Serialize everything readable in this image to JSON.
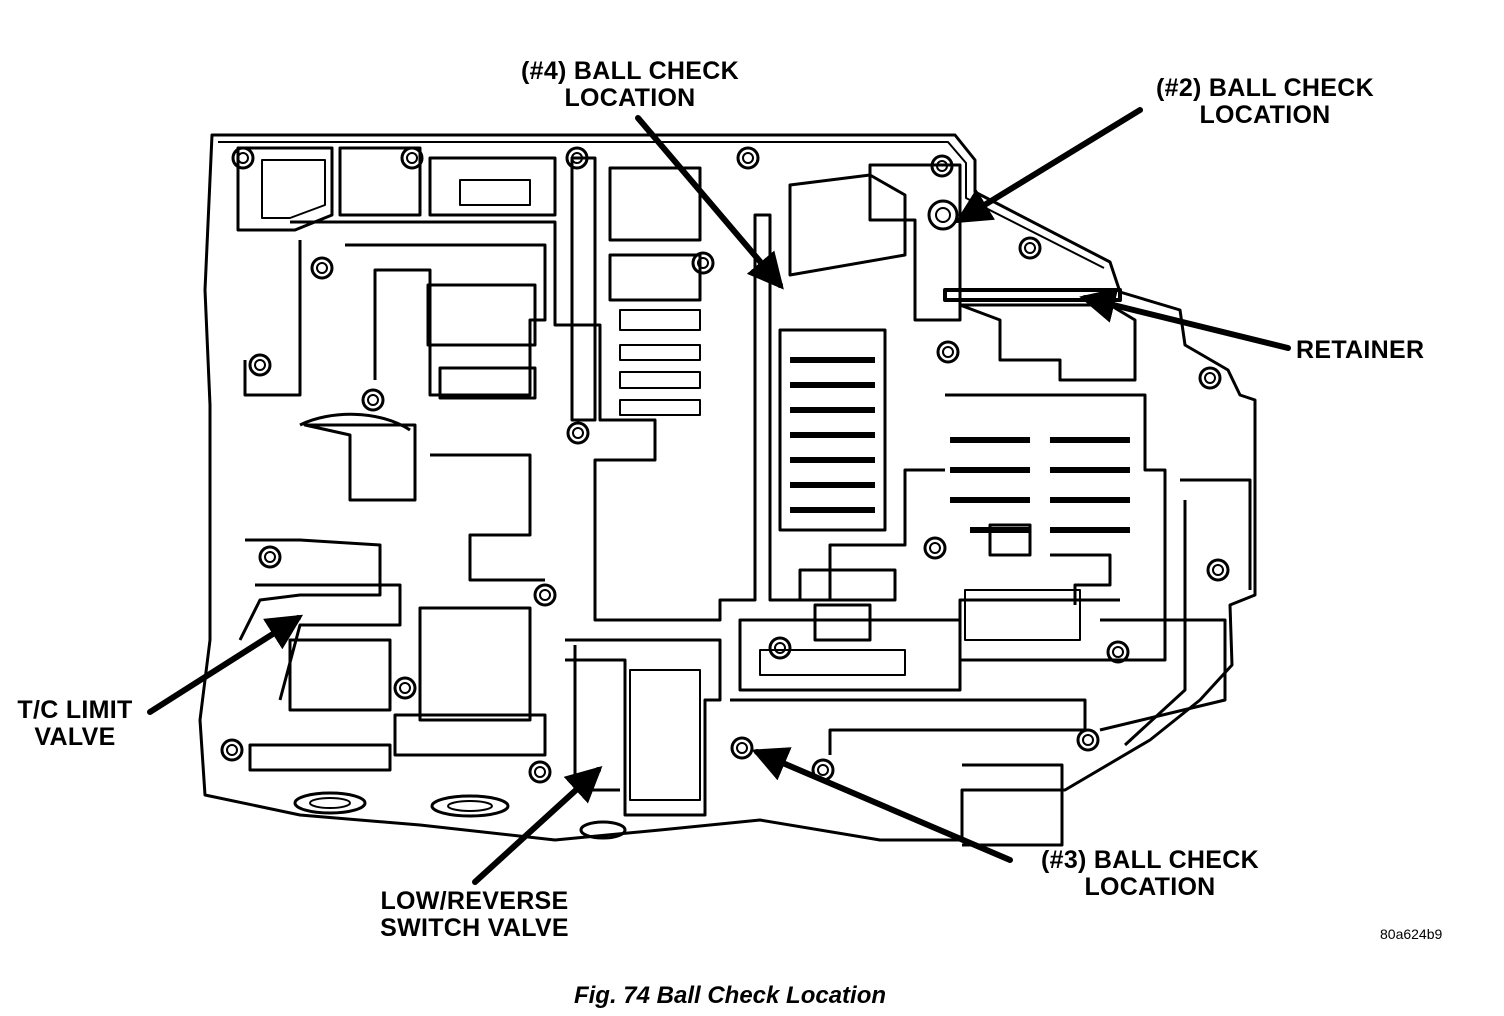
{
  "labels": {
    "ball4": [
      "(#4) BALL CHECK",
      "LOCATION"
    ],
    "ball2": [
      "(#2) BALL CHECK",
      "LOCATION"
    ],
    "retainer": "RETAINER",
    "tc_limit": [
      "T/C LIMIT",
      "VALVE"
    ],
    "low_reverse": [
      "LOW/REVERSE",
      "SWITCH VALVE"
    ],
    "ball3": [
      "(#3) BALL CHECK",
      "LOCATION"
    ]
  },
  "figure_code": "80a624b9",
  "caption": "Fig. 74 Ball Check Location",
  "colors": {
    "ink": "#000000",
    "paper": "#ffffff"
  }
}
